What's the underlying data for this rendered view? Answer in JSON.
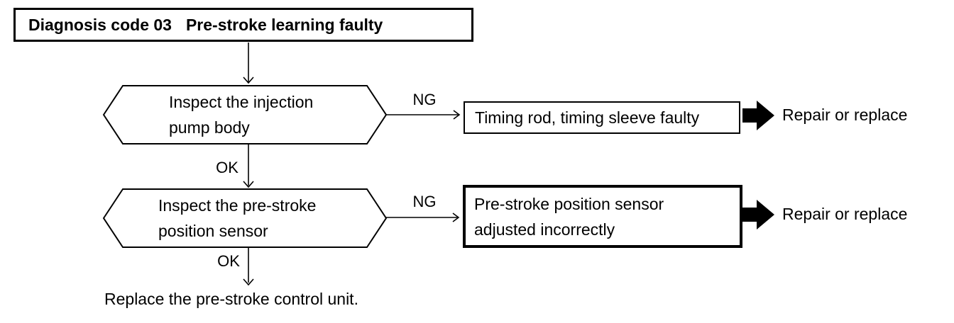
{
  "colors": {
    "ink": "#000000",
    "paper": "#ffffff"
  },
  "diagram": {
    "title": {
      "code": "Diagnosis code 03",
      "fault": "Pre-stroke learning faulty"
    },
    "steps": [
      {
        "check_lines": [
          "Inspect the injection",
          "pump body"
        ],
        "ng_label": "NG",
        "ok_label": "OK",
        "cause_lines": [
          "Timing rod, timing sleeve faulty"
        ],
        "action": "Repair or replace"
      },
      {
        "check_lines": [
          "Inspect the pre-stroke",
          "position sensor"
        ],
        "ng_label": "NG",
        "ok_label": "OK",
        "cause_lines": [
          "Pre-stroke position sensor",
          "adjusted incorrectly"
        ],
        "action": "Repair or replace"
      }
    ],
    "final_action": "Replace the pre-stroke control unit."
  }
}
